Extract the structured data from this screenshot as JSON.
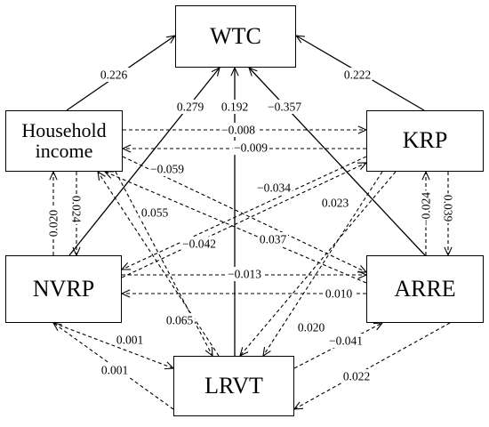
{
  "nodes": {
    "wtc": {
      "label": "WTC"
    },
    "hh": {
      "line1": "Household",
      "line2": "income"
    },
    "krp": {
      "label": "KRP"
    },
    "nvrp": {
      "label": "NVRP"
    },
    "arre": {
      "label": "ARRE"
    },
    "lrvt": {
      "label": "LRVT"
    }
  },
  "paths": [
    {
      "id": "hh-wtc",
      "from": "Household income",
      "to": "WTC",
      "coef": "0.226",
      "style": "solid"
    },
    {
      "id": "krp-wtc",
      "from": "KRP",
      "to": "WTC",
      "coef": "0.222",
      "style": "solid"
    },
    {
      "id": "nvrp-wtc",
      "from": "NVRP",
      "to": "WTC",
      "coef": "0.279",
      "style": "solid"
    },
    {
      "id": "lrvt-wtc",
      "from": "LRVT",
      "to": "WTC",
      "coef": "0.192",
      "style": "solid"
    },
    {
      "id": "arre-wtc",
      "from": "ARRE",
      "to": "WTC",
      "coef": "−0.357",
      "style": "solid"
    },
    {
      "id": "hh-krp",
      "from": "Household income",
      "to": "KRP",
      "coef": "−0.008",
      "style": "dashed"
    },
    {
      "id": "krp-hh",
      "from": "KRP",
      "to": "Household income",
      "coef": "−0.009",
      "style": "dashed"
    },
    {
      "id": "hh-arre",
      "from": "Household income",
      "to": "ARRE",
      "coef": "−0.059",
      "style": "dashed"
    },
    {
      "id": "krp-nvrp",
      "from": "KRP",
      "to": "NVRP",
      "coef": "−0.034",
      "style": "dashed"
    },
    {
      "id": "nvrp-krp",
      "from": "NVRP",
      "to": "KRP",
      "coef": "−0.042",
      "style": "dashed"
    },
    {
      "id": "hh-nvrp",
      "from": "Household income",
      "to": "NVRP",
      "coef": "0.024",
      "style": "dashed"
    },
    {
      "id": "nvrp-hh",
      "from": "NVRP",
      "to": "Household income",
      "coef": "0.020",
      "style": "dashed"
    },
    {
      "id": "krp-arre",
      "from": "KRP",
      "to": "ARRE",
      "coef": "0.039",
      "style": "dashed"
    },
    {
      "id": "arre-krp",
      "from": "ARRE",
      "to": "KRP",
      "coef": "−0.024",
      "style": "dashed"
    },
    {
      "id": "nvrp-arre",
      "from": "NVRP",
      "to": "ARRE",
      "coef": "−0.013",
      "style": "dashed"
    },
    {
      "id": "arre-nvrp",
      "from": "ARRE",
      "to": "NVRP",
      "coef": "0.010",
      "style": "dashed"
    },
    {
      "id": "lrvt-hh",
      "from": "LRVT",
      "to": "Household income",
      "coef": "0.055",
      "style": "dashed"
    },
    {
      "id": "hh-lrvt",
      "from": "Household income",
      "to": "LRVT",
      "coef": "0.065",
      "style": "dashed"
    },
    {
      "id": "arre-hh",
      "from": "ARRE",
      "to": "Household income",
      "coef": "0.037",
      "style": "dashed"
    },
    {
      "id": "krp-lrvt-a",
      "from": "KRP",
      "to": "LRVT",
      "coef": "0.023",
      "style": "dashed"
    },
    {
      "id": "krp-lrvt-b",
      "from": "KRP",
      "to": "LRVT",
      "coef": "0.020",
      "style": "dashed"
    },
    {
      "id": "nvrp-lrvt",
      "from": "NVRP",
      "to": "LRVT",
      "coef": "0.001",
      "style": "dashed"
    },
    {
      "id": "lrvt-nvrp",
      "from": "LRVT",
      "to": "NVRP",
      "coef": "0.001",
      "style": "dashed"
    },
    {
      "id": "lrvt-arre",
      "from": "LRVT",
      "to": "ARRE",
      "coef": "−0.041",
      "style": "dashed"
    },
    {
      "id": "arre-lrvt",
      "from": "ARRE",
      "to": "LRVT",
      "coef": "0.022",
      "style": "dashed"
    }
  ]
}
